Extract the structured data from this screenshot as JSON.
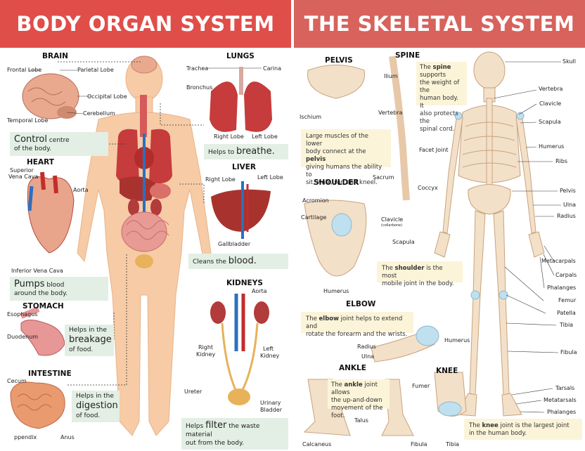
{
  "left": {
    "title": "BODY ORGAN SYSTEM",
    "brain": {
      "heading": "BRAIN",
      "labels": [
        "Frontal Lobe",
        "Parietal Lobe",
        "Occipital Lobe",
        "Temporal Lobe",
        "Cerebellum"
      ],
      "note_a": "Control",
      "note_b": " centre",
      "note_c": "of the body."
    },
    "lungs": {
      "heading": "LUNGS",
      "labels": [
        "Trachea",
        "Carina",
        "Bronchus",
        "Right Lobe",
        "Left Lobe"
      ],
      "note_a": "Helps to ",
      "note_b": "breathe."
    },
    "heart": {
      "heading": "HEART",
      "labels": [
        "Superior",
        "Vena Cava",
        "Aorta",
        "Inferior Vena Cava"
      ],
      "note_a": "Pumps",
      "note_b": " blood",
      "note_c": "around the body."
    },
    "liver": {
      "heading": "LIVER",
      "labels": [
        "Right Lobe",
        "Left Lobe",
        "Gallbladder"
      ],
      "note_a": "Cleans the ",
      "note_b": "blood."
    },
    "stomach": {
      "heading": "STOMACH",
      "labels": [
        "Esophagus",
        "Duodenum"
      ],
      "note_a": "Helps in the",
      "note_b": "breakage",
      "note_c": "of food."
    },
    "kidneys": {
      "heading": "KIDNEYS",
      "labels": [
        "Aorta",
        "Right",
        "Kidney",
        "Left",
        "Kidney",
        "Ureter",
        "Urinary",
        "Bladder"
      ],
      "note_a": "Helps ",
      "note_b": "filter",
      "note_c": " the waste material",
      "note_d": "out from the body."
    },
    "intestine": {
      "heading": "INTESTINE",
      "labels": [
        "Cecum",
        "ppendix",
        "Anus"
      ],
      "note_a": "Helps in the",
      "note_b": "digestion",
      "note_c": "of food."
    }
  },
  "right": {
    "title": "THE SKELETAL SYSTEM",
    "pelvis": {
      "heading": "PELVIS",
      "labels": [
        "Ilium",
        "Ischium"
      ],
      "note_a": "Large muscles of the lower",
      "note_b": "body connect at the ",
      "note_bold": "pelvis",
      "note_c": "giving humans the ability to",
      "note_d": "sit, walk, run and kneel."
    },
    "spine": {
      "heading": "SPINE",
      "labels": [
        "Vertebra",
        "Facet Joint",
        "Sacrum",
        "Coccyx"
      ],
      "note_a": "The ",
      "note_bold": "spine",
      "note_b": " supports",
      "note_c": "the weight of the",
      "note_d": "human body. It",
      "note_e": "also protects the",
      "note_f": "spinal cord."
    },
    "shoulder": {
      "heading": "SHOULDER",
      "labels": [
        "Acromion",
        "Cartilage",
        "Clavicle",
        "(collarbone)",
        "Scapula",
        "Humerus"
      ],
      "note_a": "The ",
      "note_bold": "shoulder",
      "note_b": " is the most",
      "note_c": "mobile joint in the body."
    },
    "elbow": {
      "heading": "ELBOW",
      "labels": [
        "Humerus",
        "Radius",
        "Ulna"
      ],
      "note_a": "The ",
      "note_bold": "elbow",
      "note_b": " joint helps to extend and",
      "note_c": "rotate the forearm and the wrists."
    },
    "ankle": {
      "heading": "ANKLE",
      "labels": [
        "Talus",
        "Calcaneus"
      ],
      "note_a": "The ",
      "note_bold": "ankle",
      "note_b": " joint allows",
      "note_c": "the up-and-down",
      "note_d": "movement of the foot."
    },
    "knee": {
      "heading": "KNEE",
      "labels": [
        "Fumer",
        "Fibula",
        "Tibia"
      ],
      "note_a": "The ",
      "note_bold": "knee",
      "note_b": " joint is the largest joint",
      "note_c": "in the human body."
    },
    "skeleton_labels": [
      "Skull",
      "Vertebra",
      "Clavicle",
      "Scapula",
      "Humerus",
      "Ribs",
      "Pelvis",
      "Ulna",
      "Radius",
      "Metacarpals",
      "Carpals",
      "Phalanges",
      "Femur",
      "Patella",
      "Tibia",
      "Fibula",
      "Tarsals",
      "Metatarsals",
      "Phalanges"
    ]
  }
}
